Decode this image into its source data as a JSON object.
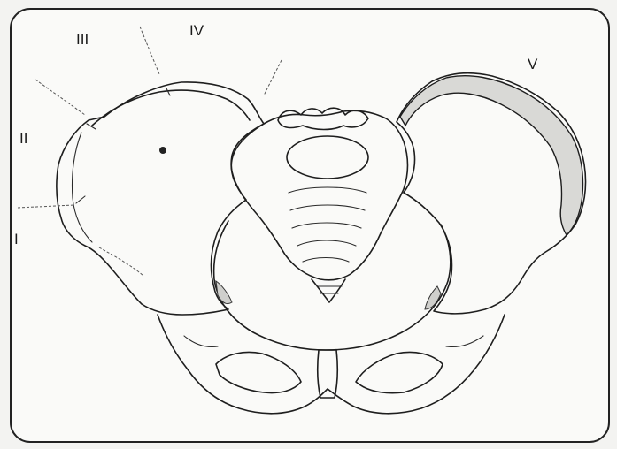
{
  "diagram": {
    "labels": {
      "I": "I",
      "II": "II",
      "III": "III",
      "IV": "IV",
      "V": "V"
    }
  }
}
